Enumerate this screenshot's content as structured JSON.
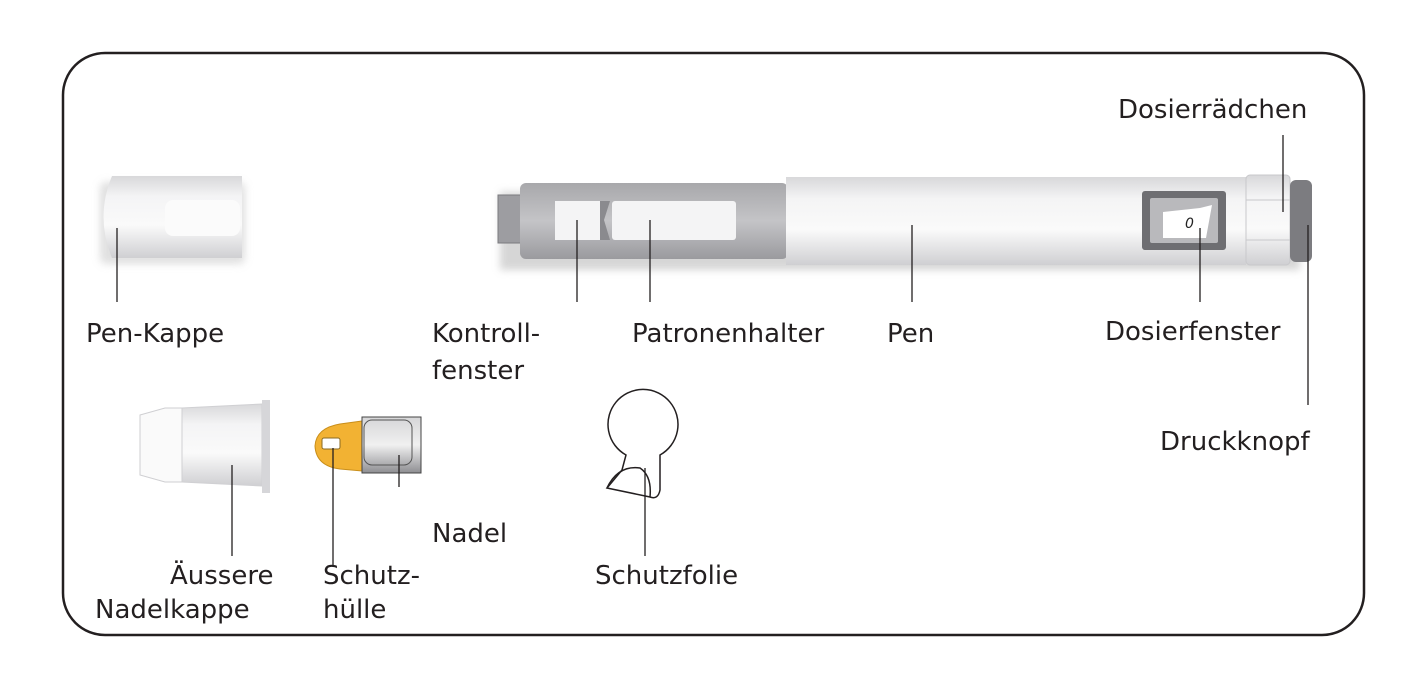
{
  "labels": {
    "pen_cap": "Pen-Kappe",
    "control_window_1": "Kontroll-",
    "control_window_2": "fenster",
    "cartridge_holder": "Patronenhalter",
    "pen": "Pen",
    "dose_window": "Dosierfenster",
    "dose_dial": "Dosierrädchen",
    "push_button": "Druckknopf",
    "outer_needle_cap_1": "Äussere",
    "outer_needle_cap_2": "Nadelkappe",
    "inner_cap_1": "Schutz-",
    "inner_cap_2": "hülle",
    "needle": "Nadel",
    "protective_tab": "Schutzfolie"
  },
  "dose_display": "0",
  "colors": {
    "frame": "#231f20",
    "needle_shield": "#f2b233",
    "pen_body": "#ececee"
  }
}
